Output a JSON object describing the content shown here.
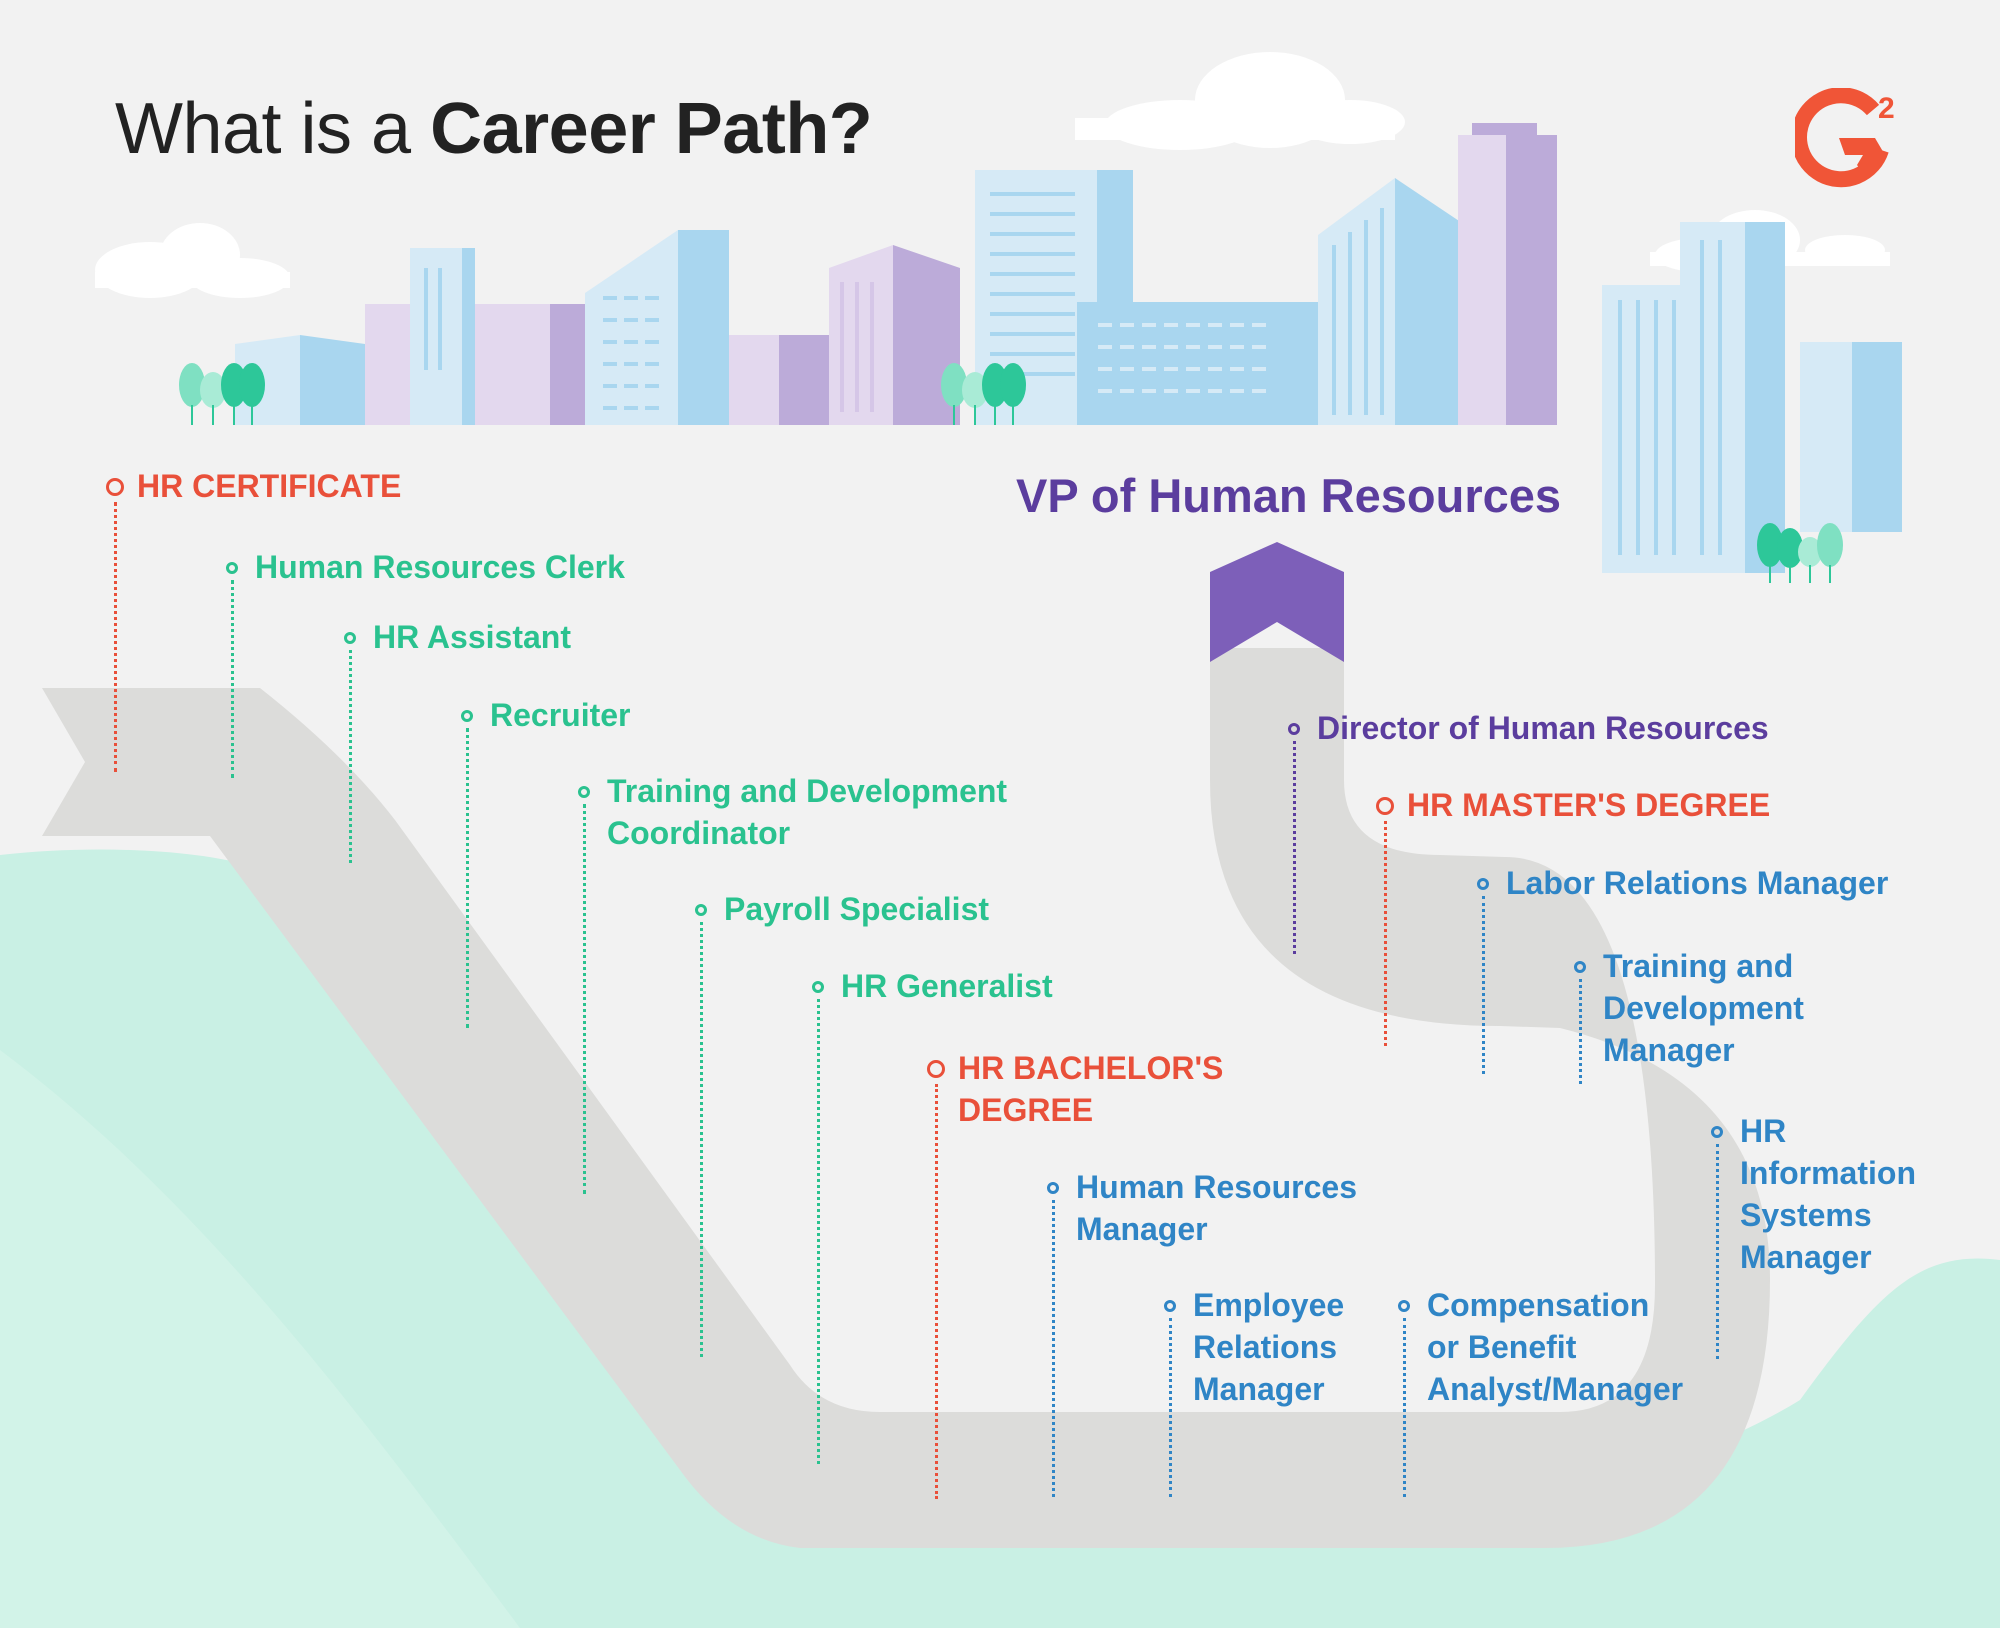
{
  "title": {
    "light": "What is a ",
    "bold": "Career Path?"
  },
  "brand": {
    "logo_mark": "G",
    "logo_superscript": "2",
    "color": "#f05537"
  },
  "colors": {
    "background": "#f2f2f2",
    "road": "#dcdcda",
    "hill": "#c9f0e4",
    "certificate": "#e9503a",
    "entry": "#2ac28f",
    "manager": "#2f85c6",
    "executive": "#5b3d9e",
    "arrow": "#7d5fb9",
    "building_blue": "#a9d6ef",
    "building_light": "#d6eaf6",
    "building_purple": "#bcabd9",
    "building_lavender": "#e3d8ee",
    "tree": "#2dc799"
  },
  "destination": {
    "label": "VP of Human Resources"
  },
  "milestones": [
    {
      "id": "hr-certificate",
      "lines": [
        "HR CERTIFICATE"
      ],
      "kind": "certificate"
    },
    {
      "id": "hr-clerk",
      "lines": [
        "Human Resources Clerk"
      ],
      "kind": "entry"
    },
    {
      "id": "hr-assistant",
      "lines": [
        "HR Assistant"
      ],
      "kind": "entry"
    },
    {
      "id": "recruiter",
      "lines": [
        "Recruiter"
      ],
      "kind": "entry"
    },
    {
      "id": "td-coordinator",
      "lines": [
        "Training and Development",
        "Coordinator"
      ],
      "kind": "entry"
    },
    {
      "id": "payroll-specialist",
      "lines": [
        "Payroll Specialist"
      ],
      "kind": "entry"
    },
    {
      "id": "hr-generalist",
      "lines": [
        "HR Generalist"
      ],
      "kind": "entry"
    },
    {
      "id": "hr-bachelors",
      "lines": [
        "HR BACHELOR'S",
        "DEGREE"
      ],
      "kind": "certificate"
    },
    {
      "id": "hr-manager",
      "lines": [
        "Human Resources",
        "Manager"
      ],
      "kind": "manager"
    },
    {
      "id": "employee-relations",
      "lines": [
        "Employee",
        "Relations",
        "Manager"
      ],
      "kind": "manager"
    },
    {
      "id": "compensation",
      "lines": [
        "Compensation",
        "or Benefit",
        "Analyst/Manager"
      ],
      "kind": "manager"
    },
    {
      "id": "hris-manager",
      "lines": [
        "HR",
        "Information",
        "Systems",
        "Manager"
      ],
      "kind": "manager"
    },
    {
      "id": "td-manager",
      "lines": [
        "Training and",
        "Development",
        "Manager"
      ],
      "kind": "manager"
    },
    {
      "id": "labor-relations",
      "lines": [
        "Labor Relations Manager"
      ],
      "kind": "manager"
    },
    {
      "id": "hr-masters",
      "lines": [
        "HR MASTER'S DEGREE"
      ],
      "kind": "certificate"
    },
    {
      "id": "hr-director",
      "lines": [
        "Director of Human Resources"
      ],
      "kind": "executive"
    }
  ]
}
